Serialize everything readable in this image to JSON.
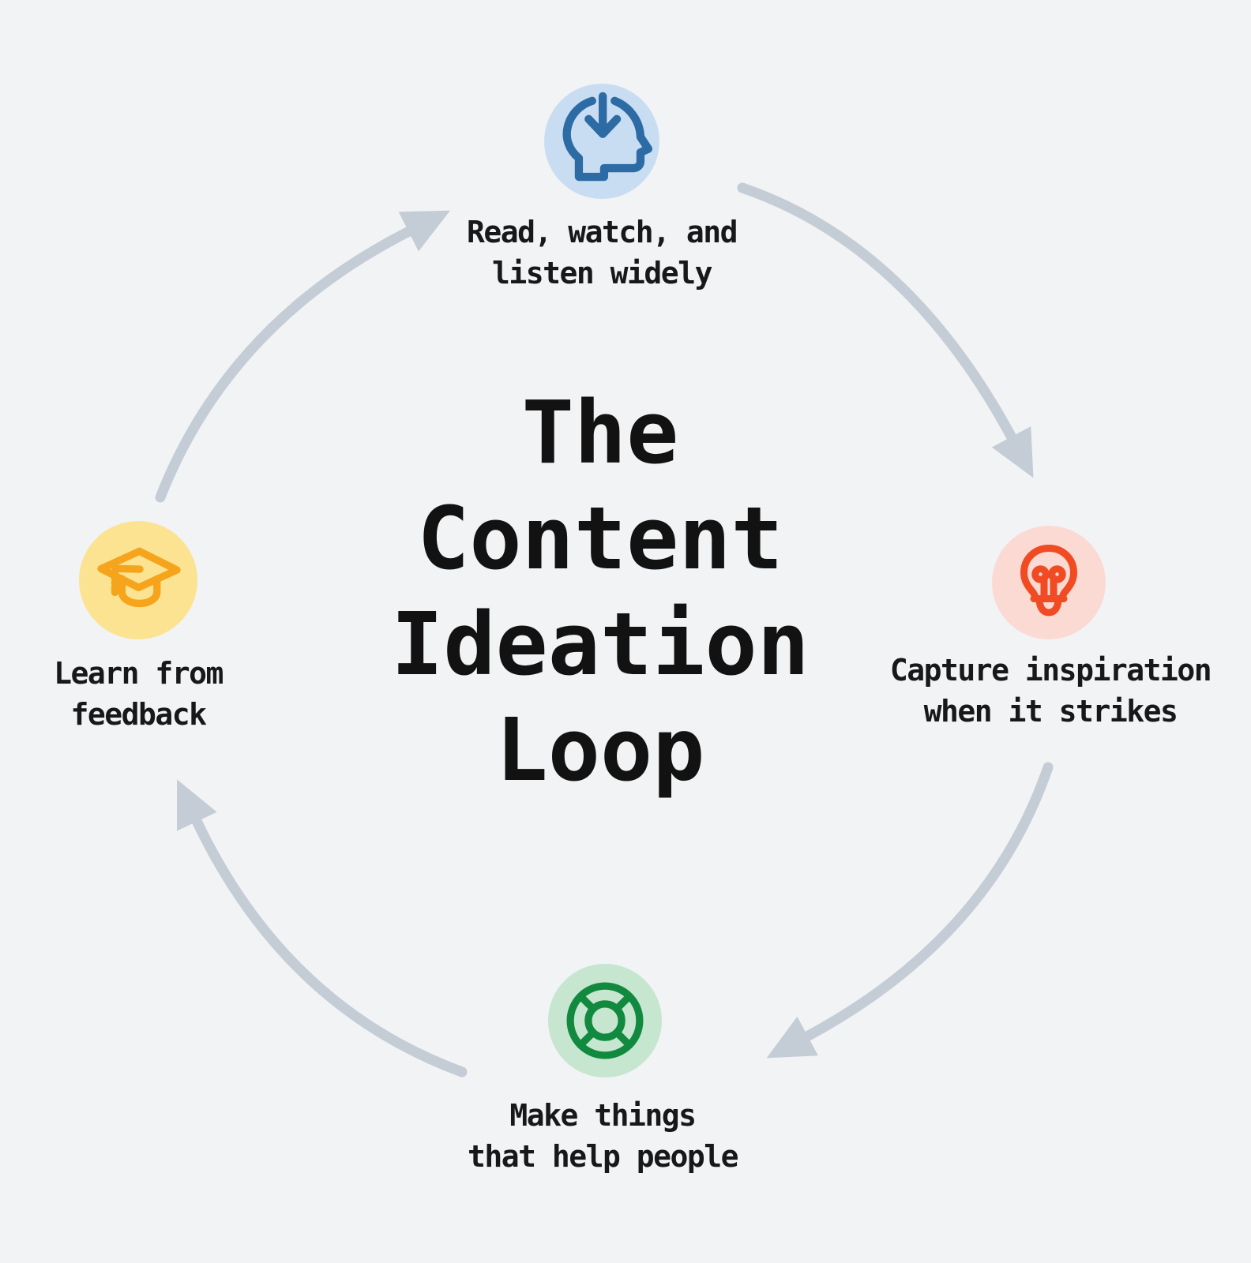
{
  "title": "The\nContent\nIdeation\nLoop",
  "flow": {
    "direction": "clockwise",
    "step_count": 4
  },
  "steps": [
    {
      "id": "top",
      "icon": "head-download-icon",
      "label": "Read, watch, and\nlisten widely"
    },
    {
      "id": "right",
      "icon": "lightbulb-icon",
      "label": "Capture inspiration\nwhen it strikes"
    },
    {
      "id": "bottom",
      "icon": "lifebuoy-icon",
      "label": "Make things\nthat help people"
    },
    {
      "id": "left",
      "icon": "graduation-cap-icon",
      "label": "Learn from\nfeedback"
    }
  ],
  "colors": {
    "background": "#f1f3f5",
    "arrow": "#c4ccd5",
    "title_text": "#121212",
    "label_text": "#17181a",
    "step_top_icon": "#2c6ba3",
    "step_top_bg": "#c9ddf2",
    "step_right_icon": "#f04b23",
    "step_right_bg": "#fbdad4",
    "step_bottom_icon": "#11893f",
    "step_bottom_bg": "#c6e6d0",
    "step_left_icon": "#f6a41c",
    "step_left_bg": "#fbe391"
  }
}
